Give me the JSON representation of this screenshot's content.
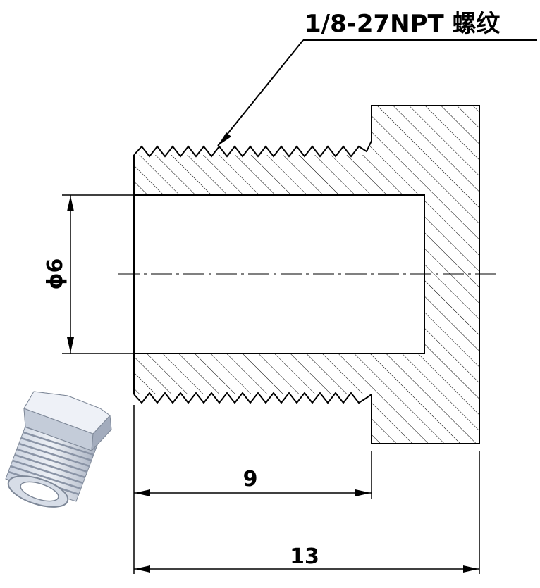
{
  "callout": {
    "text": "1/8-27NPT 螺纹"
  },
  "dimensions": {
    "diameter_symbol": "ϕ",
    "diameter_value": "6",
    "thread_length": "9",
    "total_length": "13"
  },
  "icons": {
    "preview": "hex-plug-3d-preview-icon"
  }
}
